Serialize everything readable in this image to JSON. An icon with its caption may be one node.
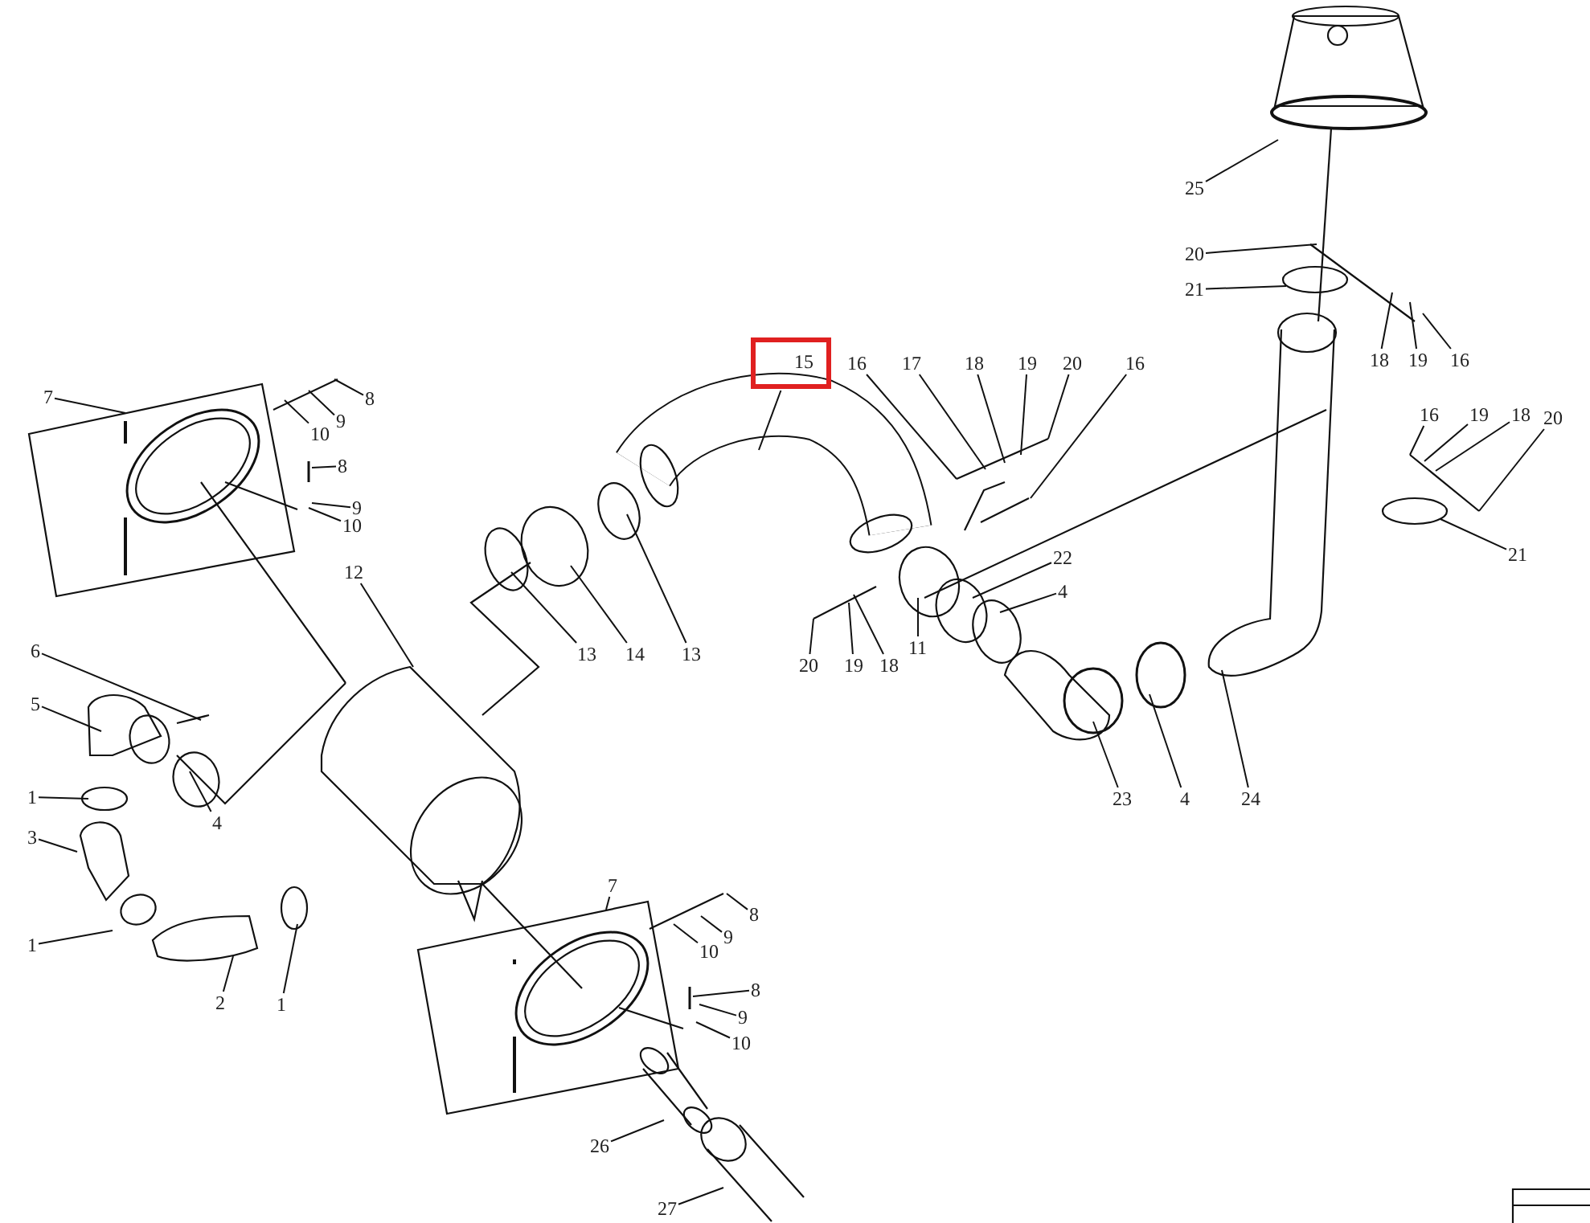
{
  "diagram": {
    "nodes": [
      {
        "text": [
          "7"
        ]
      },
      {
        "text": [
          "8"
        ]
      },
      {
        "text": [
          "9"
        ]
      },
      {
        "text": [
          "10"
        ]
      },
      {
        "text": [
          "8"
        ]
      },
      {
        "text": [
          "9"
        ]
      },
      {
        "text": [
          "10"
        ]
      },
      {
        "text": [
          "12"
        ]
      },
      {
        "text": [
          "6"
        ]
      },
      {
        "text": [
          "5"
        ]
      },
      {
        "text": [
          "1"
        ]
      },
      {
        "text": [
          "3"
        ]
      },
      {
        "text": [
          "1"
        ]
      },
      {
        "text": [
          "4"
        ]
      },
      {
        "text": [
          "2"
        ]
      },
      {
        "text": [
          "1"
        ]
      },
      {
        "text": [
          "13"
        ]
      },
      {
        "text": [
          "14"
        ]
      },
      {
        "text": [
          "13"
        ]
      },
      {
        "text": [
          "15"
        ]
      },
      {
        "text": [
          "16"
        ]
      },
      {
        "text": [
          "17"
        ]
      },
      {
        "text": [
          "18"
        ]
      },
      {
        "text": [
          "19"
        ]
      },
      {
        "text": [
          "20"
        ]
      },
      {
        "text": [
          "16"
        ]
      },
      {
        "text": [
          "22"
        ]
      },
      {
        "text": [
          "4"
        ]
      },
      {
        "text": [
          "11"
        ]
      },
      {
        "text": [
          "20"
        ]
      },
      {
        "text": [
          "19"
        ]
      },
      {
        "text": [
          "18"
        ]
      },
      {
        "text": [
          "23"
        ]
      },
      {
        "text": [
          "4"
        ]
      },
      {
        "text": [
          "24"
        ]
      },
      {
        "text": [
          "25"
        ]
      },
      {
        "text": [
          "20"
        ]
      },
      {
        "text": [
          "21"
        ]
      },
      {
        "text": [
          "18"
        ]
      },
      {
        "text": [
          "19"
        ]
      },
      {
        "text": [
          "16"
        ]
      },
      {
        "text": [
          "16"
        ]
      },
      {
        "text": [
          "19"
        ]
      },
      {
        "text": [
          "18"
        ]
      },
      {
        "text": [
          "20"
        ]
      },
      {
        "text": [
          "21"
        ]
      },
      {
        "text": [
          "7"
        ]
      },
      {
        "text": [
          "8"
        ]
      },
      {
        "text": [
          "9"
        ]
      },
      {
        "text": [
          "10"
        ]
      },
      {
        "text": [
          "8"
        ]
      },
      {
        "text": [
          "9"
        ]
      },
      {
        "text": [
          "10"
        ]
      },
      {
        "text": [
          "26"
        ]
      },
      {
        "text": [
          "27"
        ]
      }
    ],
    "edges": [
      {
        "from": 0,
        "to": null,
        "arrow": "none"
      },
      {
        "from": 1,
        "to": null,
        "arrow": "none"
      },
      {
        "from": 2,
        "to": null,
        "arrow": "none"
      },
      {
        "from": 3,
        "to": null,
        "arrow": "none"
      },
      {
        "from": 4,
        "to": null,
        "arrow": "none"
      },
      {
        "from": 5,
        "to": null,
        "arrow": "none"
      },
      {
        "from": 6,
        "to": null,
        "arrow": "none"
      },
      {
        "from": 7,
        "to": null,
        "arrow": "none"
      },
      {
        "from": 8,
        "to": null,
        "arrow": "none"
      },
      {
        "from": 9,
        "to": null,
        "arrow": "none"
      },
      {
        "from": 10,
        "to": null,
        "arrow": "none"
      },
      {
        "from": 11,
        "to": null,
        "arrow": "none"
      },
      {
        "from": 12,
        "to": null,
        "arrow": "none"
      },
      {
        "from": 13,
        "to": null,
        "arrow": "none"
      },
      {
        "from": 14,
        "to": null,
        "arrow": "none"
      },
      {
        "from": 15,
        "to": null,
        "arrow": "none"
      },
      {
        "from": 16,
        "to": null,
        "arrow": "none"
      },
      {
        "from": 17,
        "to": null,
        "arrow": "none"
      },
      {
        "from": 18,
        "to": null,
        "arrow": "none"
      },
      {
        "from": 19,
        "to": null,
        "arrow": "none"
      },
      {
        "from": 20,
        "to": null,
        "arrow": "none"
      },
      {
        "from": 21,
        "to": null,
        "arrow": "none"
      },
      {
        "from": 22,
        "to": null,
        "arrow": "none"
      },
      {
        "from": 23,
        "to": null,
        "arrow": "none"
      },
      {
        "from": 24,
        "to": null,
        "arrow": "none"
      },
      {
        "from": 25,
        "to": null,
        "arrow": "none"
      },
      {
        "from": 26,
        "to": null,
        "arrow": "none"
      },
      {
        "from": 27,
        "to": null,
        "arrow": "none"
      },
      {
        "from": 28,
        "to": null,
        "arrow": "none"
      },
      {
        "from": 29,
        "to": null,
        "arrow": "none"
      },
      {
        "from": 30,
        "to": null,
        "arrow": "none"
      },
      {
        "from": 31,
        "to": null,
        "arrow": "none"
      },
      {
        "from": 32,
        "to": null,
        "arrow": "none"
      },
      {
        "from": 33,
        "to": null,
        "arrow": "none"
      },
      {
        "from": 34,
        "to": null,
        "arrow": "none"
      },
      {
        "from": 35,
        "to": null,
        "arrow": "none"
      },
      {
        "from": 36,
        "to": null,
        "arrow": "none"
      },
      {
        "from": 37,
        "to": null,
        "arrow": "none"
      },
      {
        "from": 38,
        "to": null,
        "arrow": "none"
      },
      {
        "from": 39,
        "to": null,
        "arrow": "none"
      },
      {
        "from": 40,
        "to": null,
        "arrow": "none"
      },
      {
        "from": 41,
        "to": null,
        "arrow": "none"
      },
      {
        "from": 42,
        "to": null,
        "arrow": "none"
      },
      {
        "from": 43,
        "to": null,
        "arrow": "none"
      },
      {
        "from": 44,
        "to": null,
        "arrow": "none"
      },
      {
        "from": 45,
        "to": null,
        "arrow": "none"
      },
      {
        "from": 46,
        "to": null,
        "arrow": "none"
      },
      {
        "from": 47,
        "to": null,
        "arrow": "none"
      },
      {
        "from": 48,
        "to": null,
        "arrow": "none"
      },
      {
        "from": 49,
        "to": null,
        "arrow": "none"
      },
      {
        "from": 50,
        "to": null,
        "arrow": "none"
      },
      {
        "from": 51,
        "to": null,
        "arrow": "none"
      },
      {
        "from": 52,
        "to": null,
        "arrow": "none"
      },
      {
        "from": 53,
        "to": null,
        "arrow": "none"
      },
      {
        "from": 54,
        "to": null,
        "arrow": "none"
      }
    ]
  }
}
